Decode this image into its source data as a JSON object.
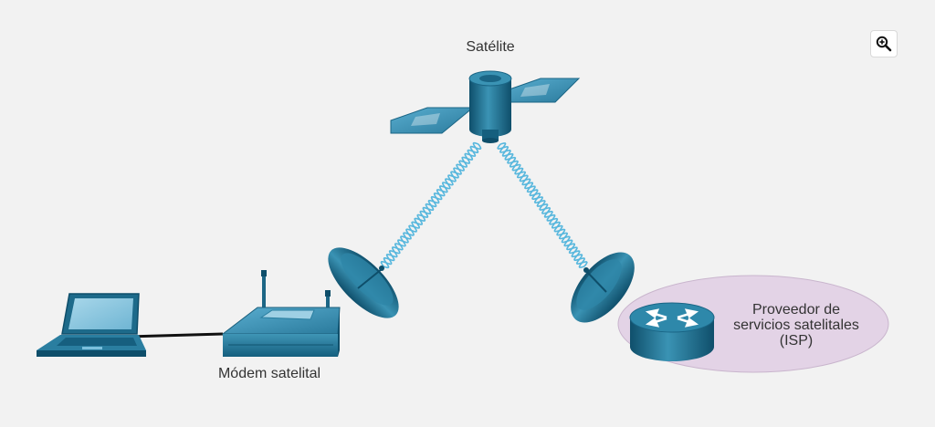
{
  "labels": {
    "satellite": "Satélite",
    "modem": "Módem satelital",
    "isp": [
      "Proveedor de",
      "servicios satelitales",
      "(ISP)"
    ]
  },
  "icons": {
    "zoom": "zoom-in-icon",
    "laptop": "laptop-icon",
    "modem": "satellite-modem-icon",
    "dish_left": "satellite-dish-icon",
    "dish_right": "satellite-dish-icon",
    "satellite": "satellite-icon",
    "router": "router-icon"
  },
  "colors": {
    "background": "#f2f2f2",
    "device_blue": "#1e6f8f",
    "device_dark": "#0e4e6a",
    "device_light": "#4fa6c4",
    "signal": "#58b7dd",
    "isp_cloud": "#e3d3e6",
    "cable": "#111111"
  }
}
